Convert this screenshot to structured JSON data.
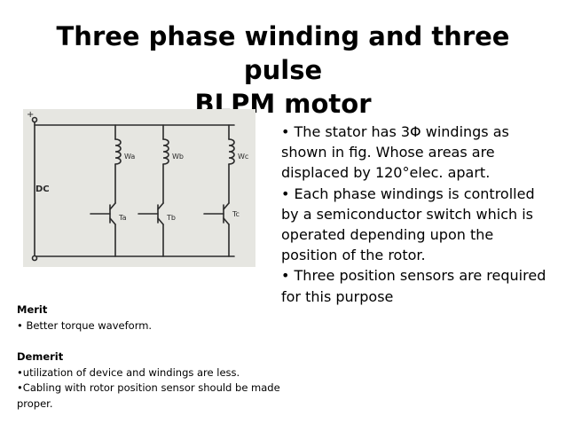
{
  "slide": {
    "title_line1": "Three phase winding and three pulse",
    "title_line2": "BLPM motor"
  },
  "figure": {
    "plus_label": "+",
    "dc_label": "DC",
    "windings": [
      "Wa",
      "Wb",
      "Wc"
    ],
    "switches": [
      "Ta",
      "Tb",
      "Tc"
    ]
  },
  "bullets": [
    "• The stator has 3Φ windings as shown in fig. Whose areas are displaced by 120°elec. apart.",
    "• Each phase windings is controlled by a semiconductor switch which is operated depending upon the position of the rotor.",
    "•  Three position sensors are required for this purpose"
  ],
  "notes": {
    "merit_heading": "Merit",
    "merit_items": [
      "• Better torque waveform."
    ],
    "demerit_heading": "Demerit",
    "demerit_items": [
      "•utilization of  device and windings are less.",
      "•Cabling with rotor position sensor should be made proper."
    ]
  },
  "colors": {
    "figure_paper": "#e6e6e1",
    "ink": "#2a2a2a"
  }
}
